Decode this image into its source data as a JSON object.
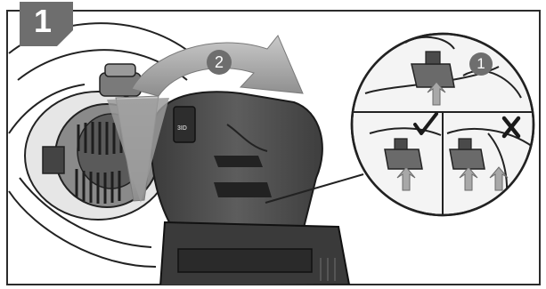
{
  "figure": {
    "step_number": "1",
    "main_callout_number": "2",
    "detail_callout_number": "1"
  },
  "colors": {
    "badge": "#6e6e6e",
    "frame": "#2b2b2b",
    "tool_dark": "#4a4a4a",
    "tool_mid": "#6a6a6a",
    "tool_light": "#9a9a9a",
    "arrow_gray": "#a8a8a8",
    "line": "#222222"
  },
  "icons": [
    "checkmark-icon",
    "cross-icon",
    "rotate-arrow-icon"
  ]
}
